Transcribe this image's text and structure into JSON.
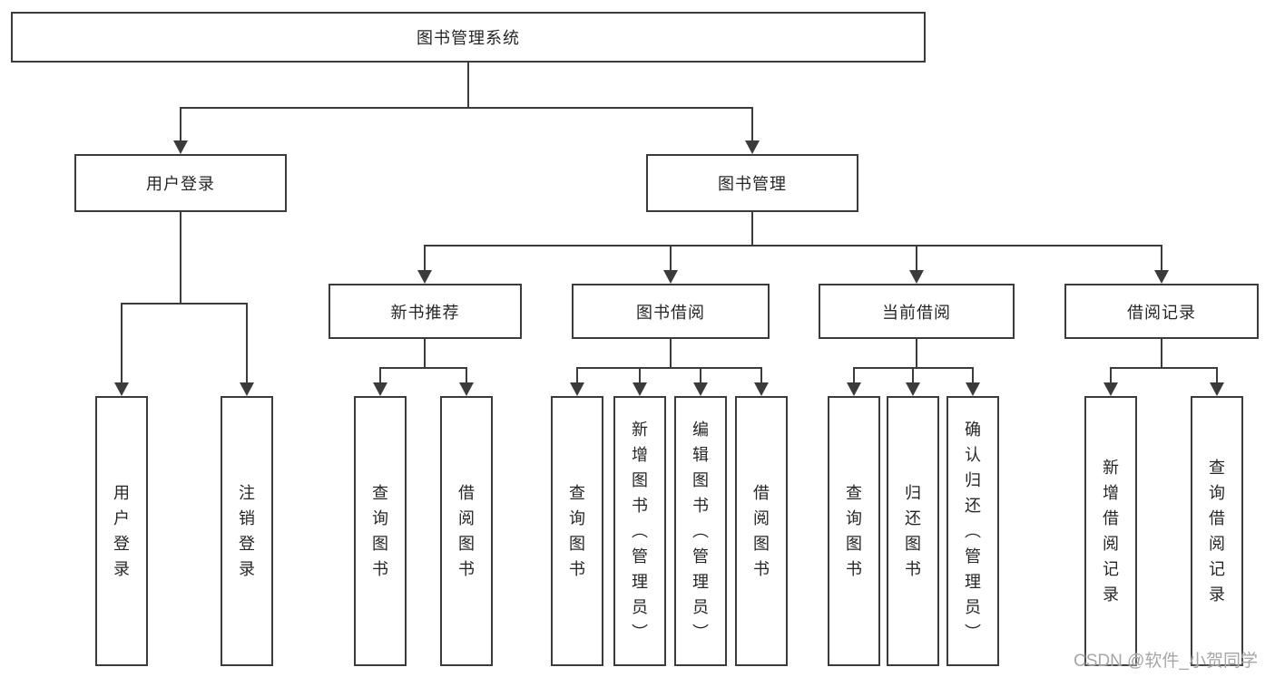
{
  "diagram": {
    "root": {
      "label": "图书管理系统"
    },
    "branches": [
      {
        "label": "用户登录",
        "children": [
          "用户登录",
          "注销登录"
        ]
      },
      {
        "label": "图书管理",
        "children": [
          {
            "label": "新书推荐",
            "children": [
              "查询图书",
              "借阅图书"
            ]
          },
          {
            "label": "图书借阅",
            "children": [
              "查询图书",
              "新增图书（管理员）",
              "编辑图书（管理员）",
              "借阅图书"
            ]
          },
          {
            "label": "当前借阅",
            "children": [
              "查询图书",
              "归还图书",
              "确认归还（管理员）"
            ]
          },
          {
            "label": "借阅记录",
            "children": [
              "新增借阅记录",
              "查询借阅记录"
            ]
          }
        ]
      }
    ]
  },
  "watermark": {
    "text": "CSDN @软件_小贺同学"
  },
  "colors": {
    "line": "#3b3b3b",
    "text": "#262626",
    "background": "#ffffff",
    "watermark": "#a6a6a6"
  }
}
